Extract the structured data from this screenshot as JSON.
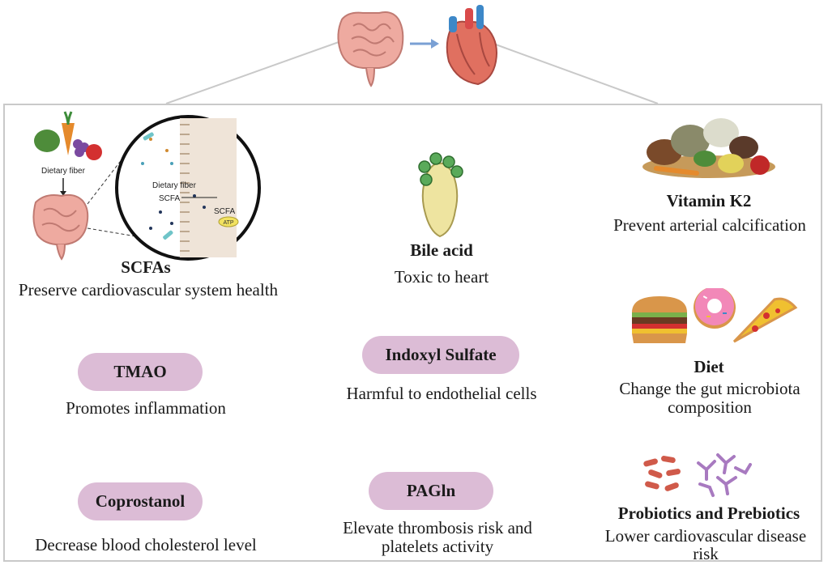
{
  "top": {},
  "scfa": {
    "dietary_fiber_label": "Dietary fiber",
    "zoom_dietary_fiber": "Dietary fiber",
    "zoom_scfa": "SCFA",
    "zoom_scfa_cell": "SCFA",
    "zoom_atp": "ATP",
    "title": "SCFAs",
    "description": "Preserve cardiovascular system health"
  },
  "bile_acid": {
    "title": "Bile acid",
    "description": "Toxic to heart"
  },
  "vitamin_k2": {
    "title": "Vitamin K2",
    "description": "Prevent arterial calcification"
  },
  "tmao": {
    "title": "TMAO",
    "description": "Promotes inflammation"
  },
  "indoxyl": {
    "title": "Indoxyl Sulfate",
    "description": "Harmful to endothelial cells"
  },
  "diet": {
    "title": "Diet",
    "description_line1": "Change the gut microbiota",
    "description_line2": "composition"
  },
  "coprostanol": {
    "title": "Coprostanol",
    "description": "Decrease blood cholesterol level"
  },
  "pagln": {
    "title": "PAGln",
    "description_line1": "Elevate thrombosis risk and",
    "description_line2": "platelets activity"
  },
  "probiotics": {
    "title": "Probiotics and Prebiotics",
    "description_line1": "Lower cardiovascular disease",
    "description_line2": "risk"
  },
  "colors": {
    "pill": "#dcbcd6",
    "frame": "#c9c9c9",
    "gut": "#e8a098",
    "arrow": "#7aa0d4"
  }
}
